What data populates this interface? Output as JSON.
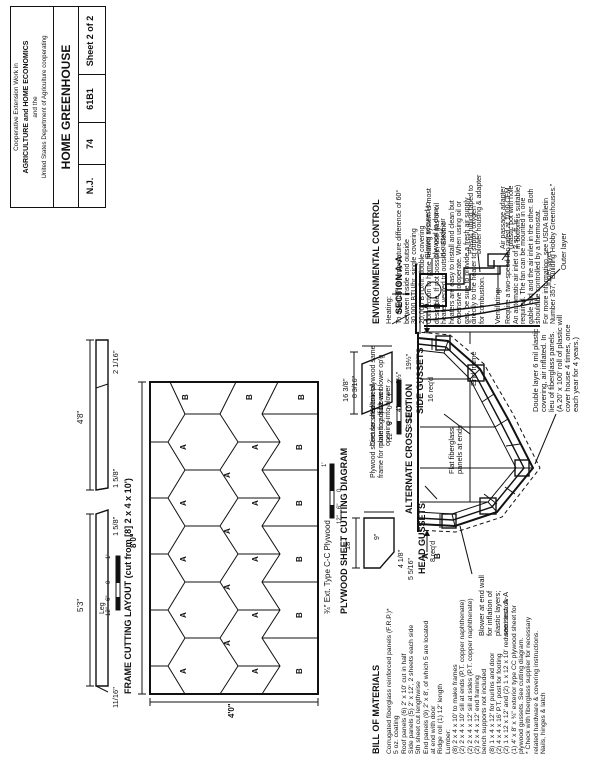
{
  "title_block": {
    "ext_line1": "Cooperative Extension Work in",
    "ext_line2": "AGRICULTURE and HOME ECONOMICS",
    "ext_line3": "and the",
    "ext_line4": "United States Department of Agriculture cooperating",
    "name": "HOME GREENHOUSE",
    "state": "N.J.",
    "plan_no": "74",
    "code": "61B1",
    "sheet": "Sheet 2 of 2"
  },
  "cross_section": {
    "title": "ALTERNATE CROSS SECTION",
    "note_blower": "Blower at end wall\nfor inflation of\nplastic layers;\nsee sect. A-A",
    "note_plastic": "Double layer 6 mil plastic\ncovering, air inflated. In\nlieu of fiberglass panels.\n(A 20' x 100' roll of plastic will\ncover house 4 times, once\neach year for 4 years.)",
    "note_fiberglass": "Flat fiberglass\npanels at ends",
    "label_a": "A",
    "label_b": "B",
    "scale_labels": [
      "12\"",
      "6\"",
      "0",
      "1'",
      "2'"
    ]
  },
  "section_aa": {
    "title": "SECTION A-A",
    "outer_layer": "Outer layer",
    "inner_layer": "Inner layer",
    "air_adapter": "Air passage adapter\n(plastic pot with hole\nin bottom is suitable)",
    "tubing": "Plastic tubing taped to\nblower housing & adapter",
    "blower": "Blower secured to\nplywood to draw\nin outside air",
    "end_frame": "End frame",
    "hole": "Hole in plywood same\nsize as blower op'g",
    "circular": "Circular sheet metal\nplate to adjust\nopening into blower",
    "plywood": "Plywood sheet secured to\nframe for mounting of blower"
  },
  "environment": {
    "title": "ENVIRONMENTAL CONTROL",
    "heating_label": "Heating:",
    "heating": "To maintain a temperature difference of 60°\nbetween inside and outside\n  30,000 BTU/hr. single covering\n  20,000 BTU/hr. double covering\nConnection to home heating system is most\ndesirable. If not possible, use gas or oil\nheater vented to outside. Electric\nheaters are easy to install and clean but\nexpensive to operate. When using oil or\ngas, be sure to provide a fresh air supply\ndirectly to the heater to supply oxygen\nfor combustion.",
    "vent_label": "Ventilating:",
    "vent": "Require a two-speed fan rated at 1000 CFM.\nAn automatic air inlet of 2 sq. ft. is\nrequired. The fan can be mounted in one\ngable end and the air inlet in the other. Both\nshould be controlled by a thermostat.\nFor more information, see USDA Bulletin\nNumber 357, \"Building Hobby Greenhouses.\""
  },
  "frame_layout": {
    "title": "FRAME CUTTING LAYOUT (cut from [8] 2 x 4 x 10')",
    "dim_48": "4'8\"",
    "dim_2116": "2 1/16\"",
    "dim_158a": "1 5/8\"",
    "dim_158b": "1 5/8\"",
    "dim_53": "5'3\"",
    "dim_1116": "11/16\"",
    "leg": "Leg",
    "scale_labels": [
      "12\"",
      "6\"",
      "0",
      "1'"
    ]
  },
  "plywood_layout": {
    "title": "PLYWOOD SHEET CUTTING DIAGRAM",
    "dim_80": "8'0\"",
    "dim_40": "4'0\"",
    "ply_type": "¾\" Ext. Type C-C Plywood",
    "label_a": "A",
    "label_b": "B",
    "scale_labels": [
      "12\"",
      "6\"",
      "0",
      "1'"
    ]
  },
  "side_gussets": {
    "title": "SIDE GUSSETS",
    "req": "16 req'd",
    "dim_1638": "16 3/8\"",
    "dim_8316": "8 3/16\"",
    "dim_4": "4\"",
    "dim_31316": "3 13/16\"",
    "dim_912": "9½\"",
    "dim_1912": "19½\""
  },
  "head_gussets": {
    "title": "HEAD GUSSETS",
    "req": "8 req'd",
    "dim_18": "18\"",
    "dim_9": "9\"",
    "dim_418": "4 1/8\"",
    "dim_5516": "5 5/16\""
  },
  "bom": {
    "title": "BILL OF MATERIALS",
    "text": "Corrugated fiberglass reinforced panels (F.R.P.)*\n                    5 oz. coating\nRoof panels    (6) 2' x 10' cut in half\nSide panels    (5) 2' x 12', 2 sheets each side\n                    5th sheet cut lengthwise\nEnd panels    (9) 2' x 8', of which 5 are located\n                    at end with door\nRidge roll       (1) 12' length\nLumber:\n(8) 2 x 4 x 10' to make frames\n(2) 2 x 4 x 10' sill at ends (P.T. copper naphthenate)\n(2) 2 x 4 x 12' sill at sides (P.T. copper naphthenate)\n(2) 2 x 4 x 12' end framing\n     bench supports not included\n(8) 1 x 4 x 12' for purlins and door\n(2) 4 x 4 x 16' P.T. post for footing\n(2) 1 x 12 x 12' and (2) 1 x 12 x 10' redwood boards\n(1) 4' x 8' x ¾\" exterior type CC plywood sheet for\n     plywood gussets. See cutting diagram.\n*   Check with fiberglass supplier for necessary\n     related hardware & covering instructions.\nNails, hinges & latch"
  }
}
